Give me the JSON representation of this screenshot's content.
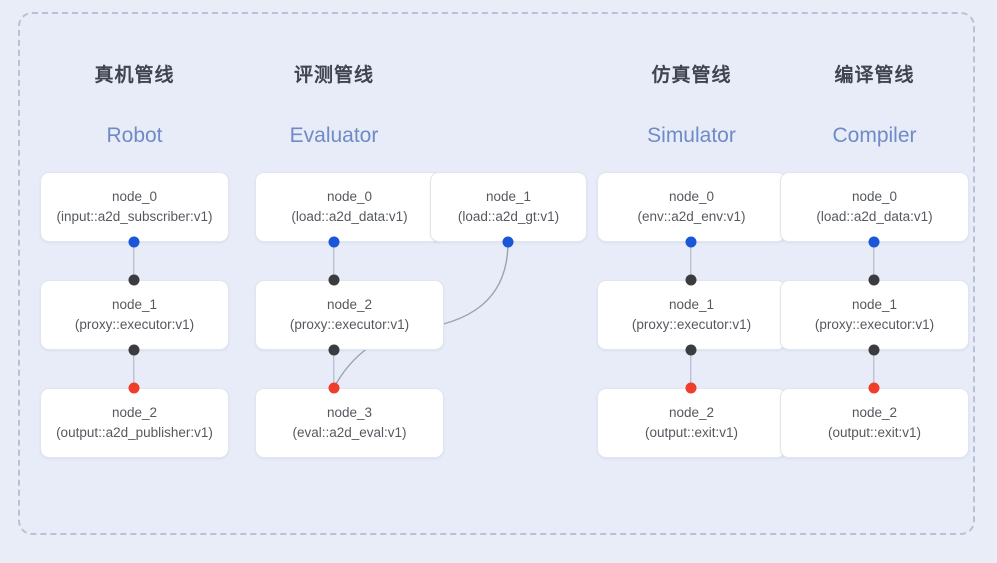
{
  "diagram": {
    "frame": {
      "style": "dashed",
      "border_color": "#b9c2d4",
      "background": "#e7ecf8"
    },
    "dot_colors": {
      "source": "#1a56d8",
      "intermediate": "#3b3c3e",
      "sink": "#ef3f2c"
    },
    "accent_color": "#6f8bc6",
    "title_color": "#3f4450"
  },
  "columns": [
    {
      "title": "真机管线",
      "subtitle": "Robot",
      "nodes": [
        {
          "name": "node_0",
          "type": "(input::a2d_subscriber:v1)"
        },
        {
          "name": "node_1",
          "type": "(proxy::executor:v1)"
        },
        {
          "name": "node_2",
          "type": "(output::a2d_publisher:v1)"
        }
      ]
    },
    {
      "title": "评测管线",
      "subtitle": "Evaluator",
      "nodes": [
        {
          "name": "node_0",
          "type": "(load::a2d_data:v1)"
        },
        {
          "name": "node_2",
          "type": "(proxy::executor:v1)"
        },
        {
          "name": "node_3",
          "type": "(eval::a2d_eval:v1)"
        },
        {
          "name": "node_1",
          "type": "(load::a2d_gt:v1)"
        }
      ]
    },
    {
      "title": "仿真管线",
      "subtitle": "Simulator",
      "nodes": [
        {
          "name": "node_0",
          "type": "(env::a2d_env:v1)"
        },
        {
          "name": "node_1",
          "type": "(proxy::executor:v1)"
        },
        {
          "name": "node_2",
          "type": "(output::exit:v1)"
        }
      ]
    },
    {
      "title": "编译管线",
      "subtitle": "Compiler",
      "nodes": [
        {
          "name": "node_0",
          "type": "(load::a2d_data:v1)"
        },
        {
          "name": "node_1",
          "type": "(proxy::executor:v1)"
        },
        {
          "name": "node_2",
          "type": "(output::exit:v1)"
        }
      ]
    }
  ]
}
